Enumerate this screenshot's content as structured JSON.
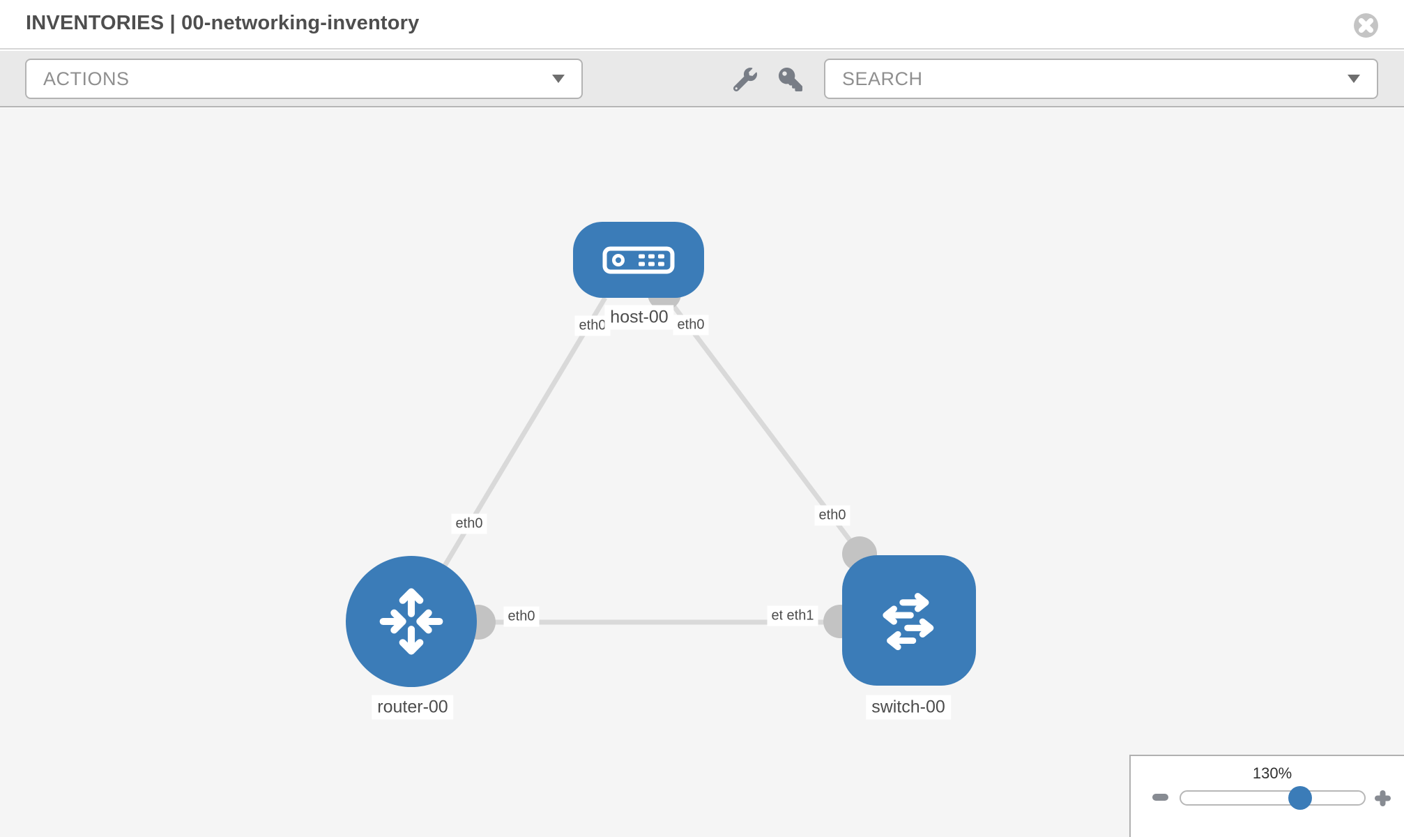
{
  "header": {
    "title": "INVENTORIES | 00-networking-inventory"
  },
  "toolbar": {
    "actions_label": "ACTIONS",
    "search_placeholder": "SEARCH",
    "icons": [
      "wrench-icon",
      "key-icon"
    ]
  },
  "topology": {
    "nodes": [
      {
        "id": "host-00",
        "type": "host",
        "label": "host-00"
      },
      {
        "id": "router-00",
        "type": "router",
        "label": "router-00"
      },
      {
        "id": "switch-00",
        "type": "switch",
        "label": "switch-00"
      }
    ],
    "links": [
      {
        "from": "host-00",
        "to": "router-00",
        "from_interface": "eth0",
        "to_interface": "eth0"
      },
      {
        "from": "host-00",
        "to": "switch-00",
        "from_interface": "eth0",
        "to_interface": "eth0"
      },
      {
        "from": "router-00",
        "to": "switch-00",
        "from_interface": "eth0",
        "to_interface": "eth1"
      }
    ],
    "interface_labels": [
      {
        "position": "host-side-left",
        "text": "eth0"
      },
      {
        "position": "host-side-right",
        "text": "eth0"
      },
      {
        "position": "router-top",
        "text": "eth0"
      },
      {
        "position": "router-right",
        "text": "eth0"
      },
      {
        "position": "switch-top",
        "text": "eth0"
      },
      {
        "position": "switch-left-under",
        "text": "eth0"
      },
      {
        "position": "switch-left",
        "text": "eth1"
      }
    ]
  },
  "zoom_control": {
    "level": "130%",
    "minus_icon": "minus-icon",
    "plus_icon": "plus-icon",
    "slider_percent": 64.5
  },
  "colors": {
    "node_blue": "#3b7cb8",
    "connector_gray": "#c3c3c3",
    "link_gray": "#d9d9d9",
    "toolbar_gray": "#e9e9e9",
    "canvas_gray": "#f5f5f5"
  }
}
